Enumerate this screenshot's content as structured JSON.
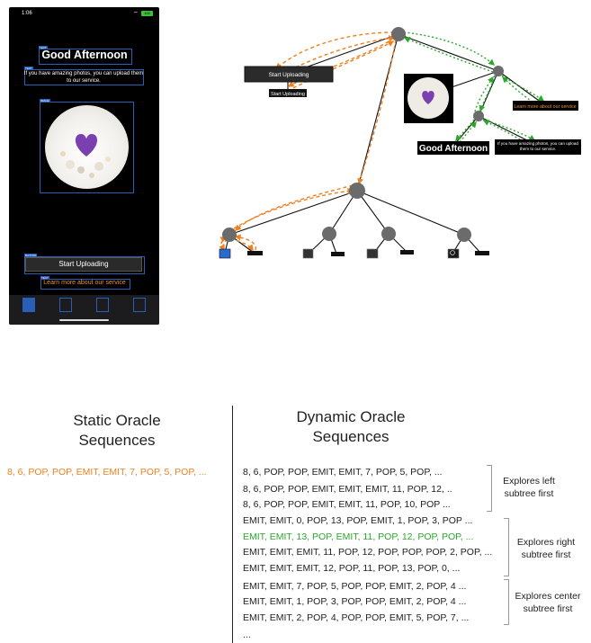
{
  "phone": {
    "time": "1:06",
    "battery": "100",
    "greeting": "Good Afternoon",
    "subtitle": "If you have amazing photos, you can upload them to our service.",
    "upload_button": "Start Uploading",
    "learn_link": "Learn more about our service"
  },
  "tree": {
    "start_uploading_label": "Start Uploading",
    "start_uploading_small": "Start Uploading",
    "greeting": "Good Afternoon",
    "subtitle": "If you have amazing photos, you can upload them to our service.",
    "learn_link": "Learn more about our service"
  },
  "colors": {
    "orange": "#f0801e",
    "green": "#2aa82a",
    "node": "#6b6b6b"
  },
  "static_oracle": {
    "heading_line1": "Static Oracle",
    "heading_line2": "Sequences",
    "sequence": "8, 6, POP, POP, EMIT, EMIT, 7, POP, 5, POP, ..."
  },
  "dynamic_oracle": {
    "heading_line1": "Dynamic Oracle",
    "heading_line2": "Sequences",
    "groups": [
      {
        "label_line1": "Explores left",
        "label_line2": "subtree first",
        "sequences": [
          "8, 6, POP, POP, EMIT, EMIT, 7, POP, 5, POP, ...",
          "8, 6, POP, POP, EMIT, EMIT, EMIT, 11, POP, 12, ..",
          "8, 6, POP, POP, EMIT, EMIT, 11, POP, 10, POP ..."
        ]
      },
      {
        "label_line1": "Explores right",
        "label_line2": "subtree first",
        "sequences": [
          "EMIT, EMIT, 0, POP, 13, POP, EMIT, 1, POP, 3, POP ...",
          "EMIT, EMIT, 13, POP, EMIT, 11, POP, 12, POP, POP, ...",
          "EMIT, EMIT, EMIT, 11, POP, 12, POP, POP, POP, 2, POP, ...",
          "EMIT, EMIT, EMIT, 12, POP, 11, POP, 13, POP, 0, ..."
        ]
      },
      {
        "label_line1": "Explores center",
        "label_line2": "subtree first",
        "sequences": [
          "EMIT, EMIT, 7, POP, 5, POP, POP, EMIT, 2, POP, 4 ...",
          "EMIT, EMIT, 1, POP, 3, POP, POP, EMIT, 2, POP, 4 ...",
          "EMIT, EMIT, 2, POP, 4, POP, POP, EMIT, 5, POP, 7, ..."
        ]
      }
    ],
    "ellipsis": "..."
  }
}
